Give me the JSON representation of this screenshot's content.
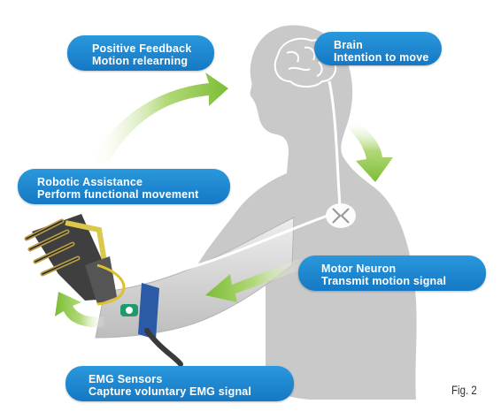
{
  "callouts": {
    "brain": {
      "line1": "Brain",
      "line2": "Intention to move"
    },
    "positive_feedback": {
      "line1": "Positive Feedback",
      "line2": "Motion relearning"
    },
    "robotic_assistance": {
      "line1": "Robotic Assistance",
      "line2": "Perform functional movement"
    },
    "motor_neuron": {
      "line1": "Motor Neuron",
      "line2": "Transmit motion signal"
    },
    "emg_sensors": {
      "line1": "EMG Sensors",
      "line2": "Capture voluntary EMG signal"
    }
  },
  "figure_label": "Fig. 2",
  "colors": {
    "callout_blue": "#1a84cf",
    "arrow_green": "#8cc63f",
    "silhouette": "#c9c9c9",
    "nerve": "#ffffff"
  }
}
